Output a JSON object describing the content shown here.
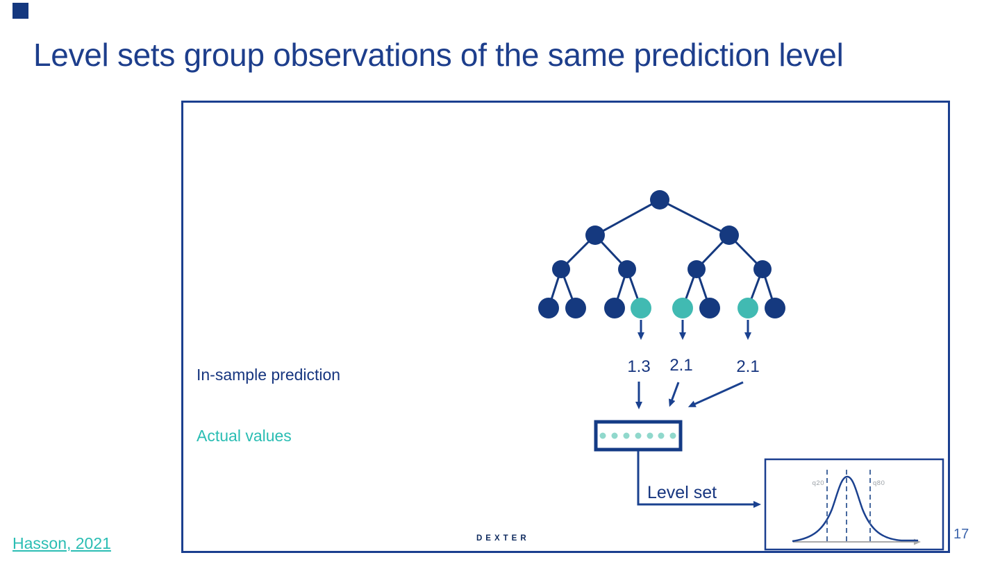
{
  "slide": {
    "title": "Level sets group observations of the same prediction level",
    "page_number": "17",
    "citation": "Hasson, 2021",
    "logo_text": "DEXTER"
  },
  "diagram": {
    "labels": {
      "in_sample_prediction": "In-sample prediction",
      "actual_values": "Actual values",
      "level_set": "Level set"
    },
    "in_sample_predictions": [
      "1.3",
      "2.1",
      "2.1"
    ],
    "level_set_dot_count": 7,
    "distribution": {
      "quantile_low": "q20",
      "quantile_high": "q80"
    },
    "tree": {
      "levels": 4,
      "leaf_colors": [
        "navy",
        "navy",
        "navy",
        "teal",
        "teal",
        "navy",
        "teal",
        "navy"
      ]
    },
    "colors": {
      "navy": "#15397f",
      "teal": "#41bab2",
      "pale_teal_dot": "#90d8cc",
      "teal_text": "#2abdb3",
      "frame_navy": "#1b3f8f",
      "gray_label": "#9aa0a6"
    }
  }
}
